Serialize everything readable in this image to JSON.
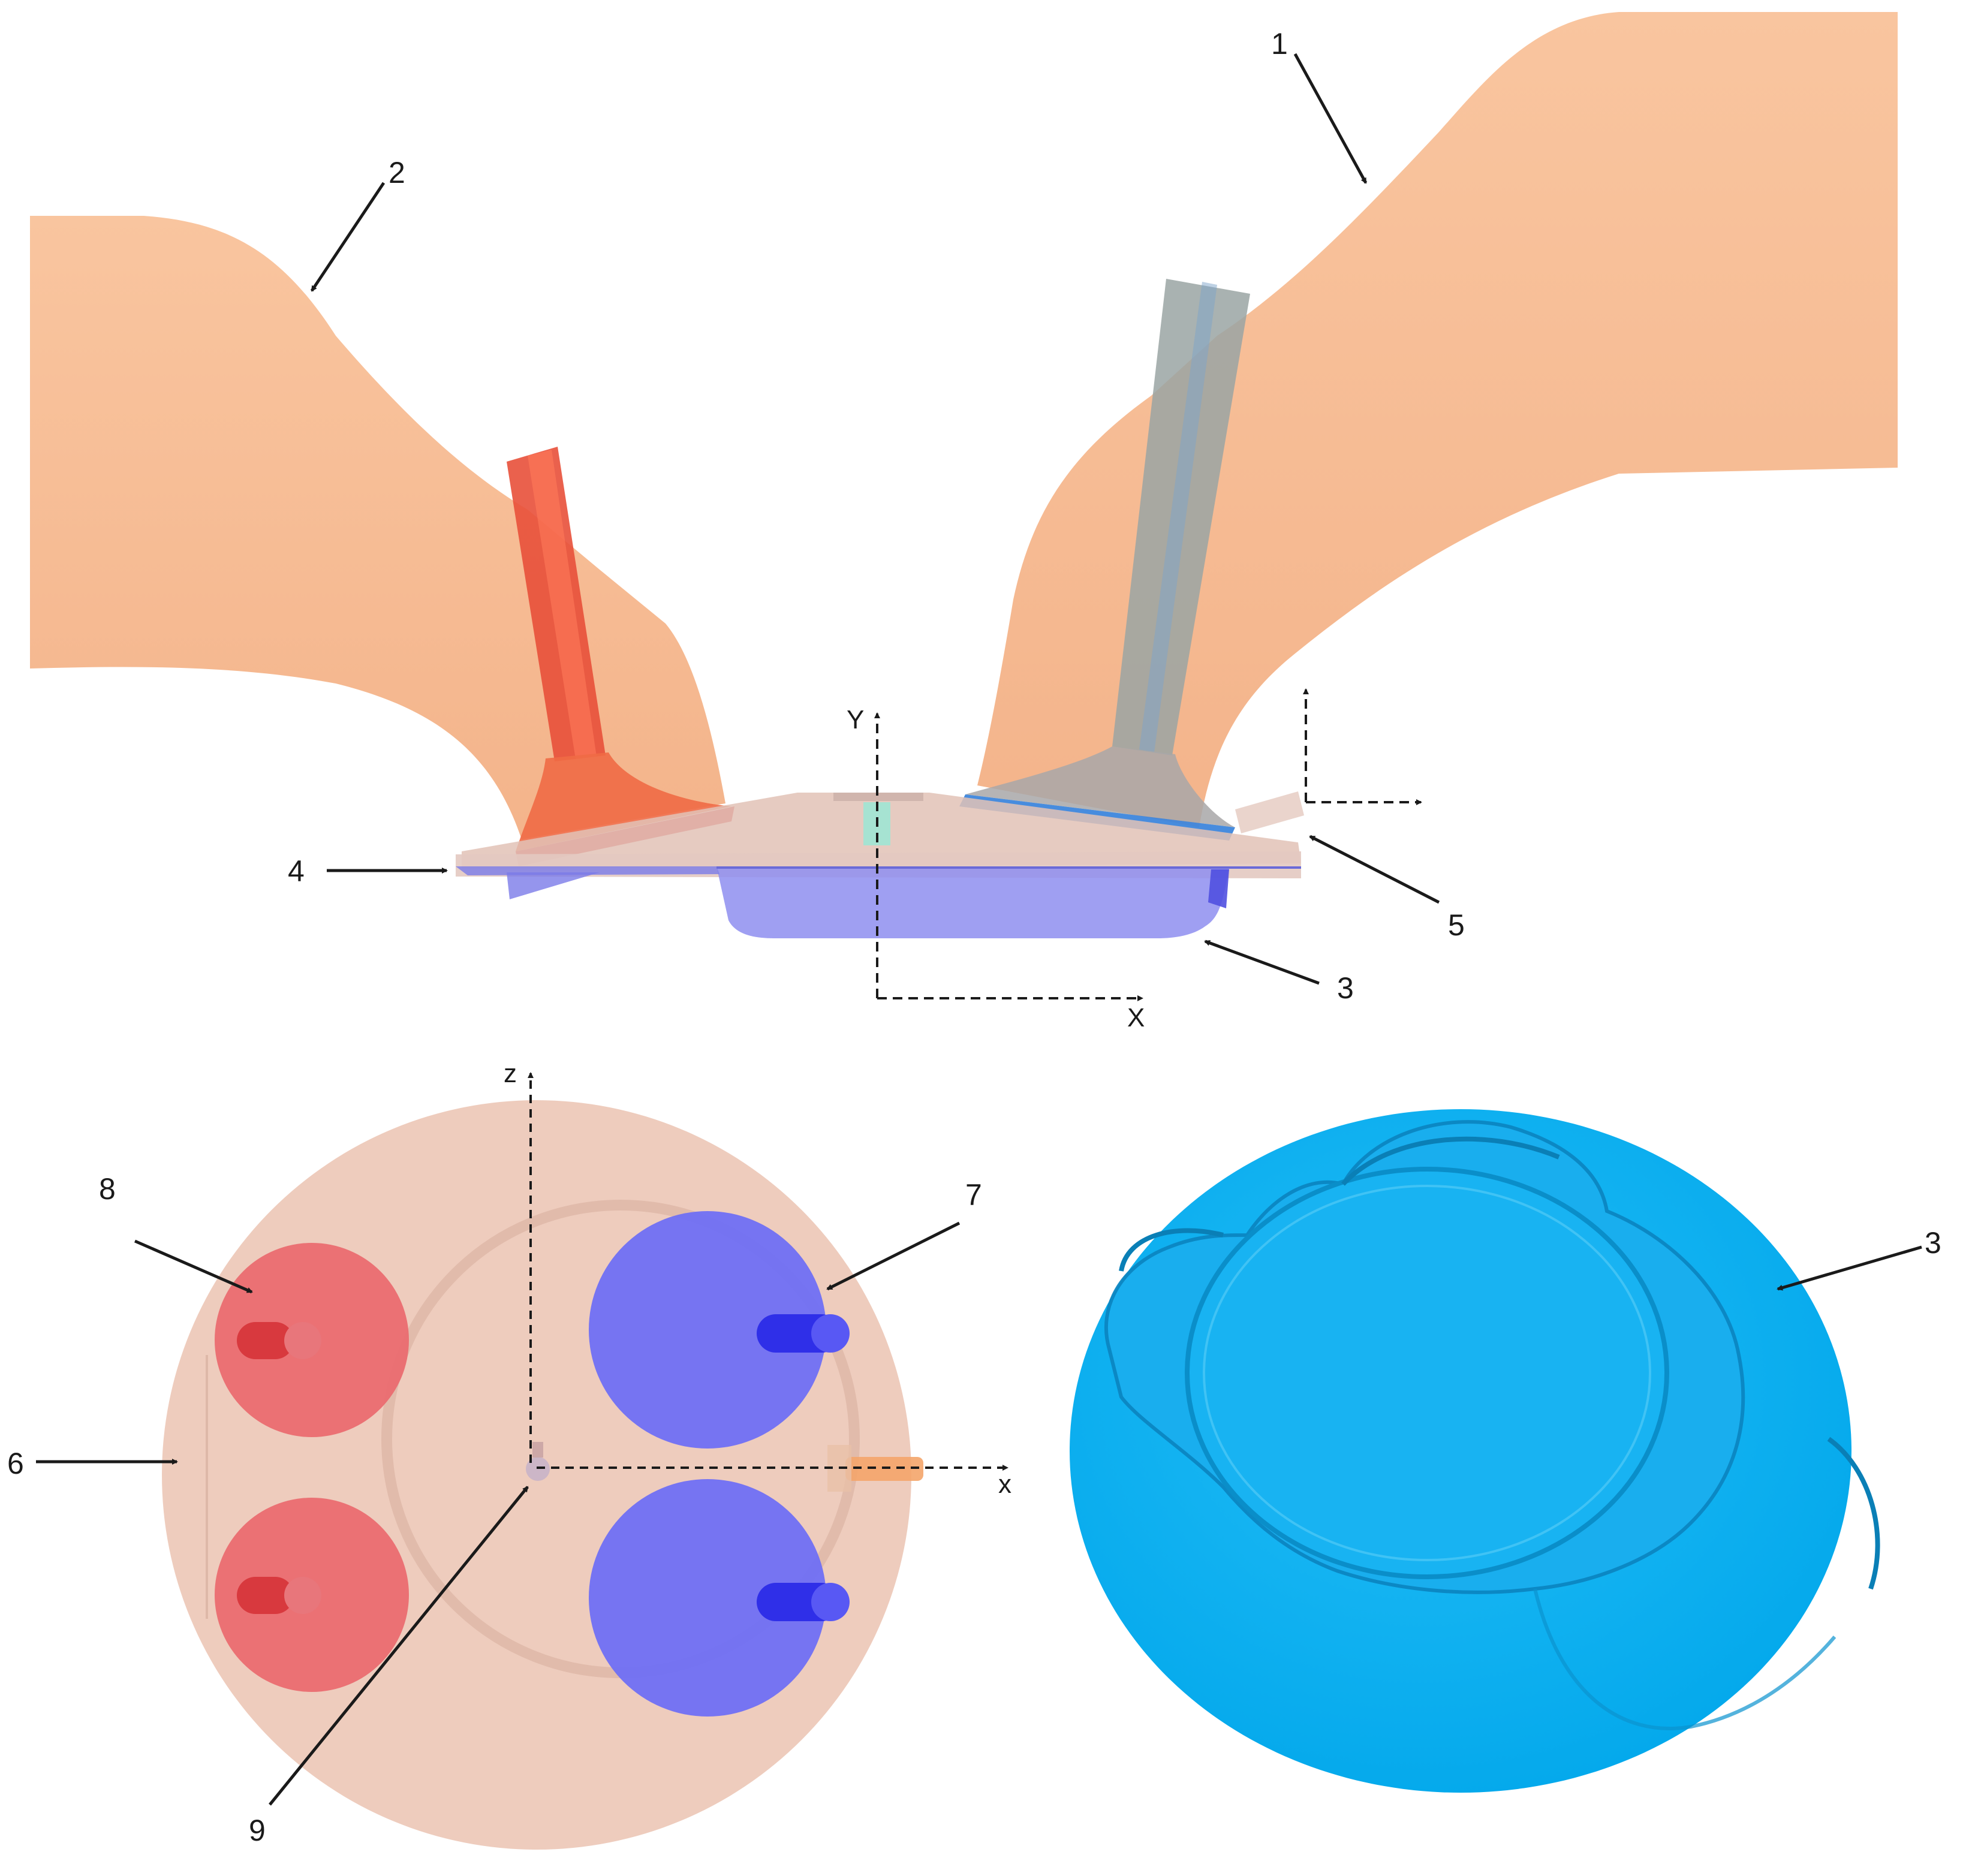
{
  "side_view": {
    "labels": {
      "l1": "1",
      "l2": "2",
      "l3": "3",
      "l4": "4",
      "l5": "5"
    },
    "axes": {
      "y": "Y",
      "x": "X"
    }
  },
  "top_view": {
    "labels": {
      "l6": "6",
      "l7": "7",
      "l8": "8",
      "l9": "9"
    },
    "axes": {
      "z": "z",
      "x": "x"
    }
  },
  "iso_view": {
    "labels": {
      "l3": "3"
    }
  },
  "colors": {
    "port": "#f6b98c",
    "exhaust_valve": "#e8503a",
    "intake_valve": "#4a8fe0",
    "chamber": "#8e8ef0",
    "head_face": "#e2c2b6",
    "top_disc": "#ecc6b6",
    "exhaust_top": "#ea6b70",
    "intake_top": "#6f6ff4",
    "iso_bowl": "#00aeef"
  }
}
